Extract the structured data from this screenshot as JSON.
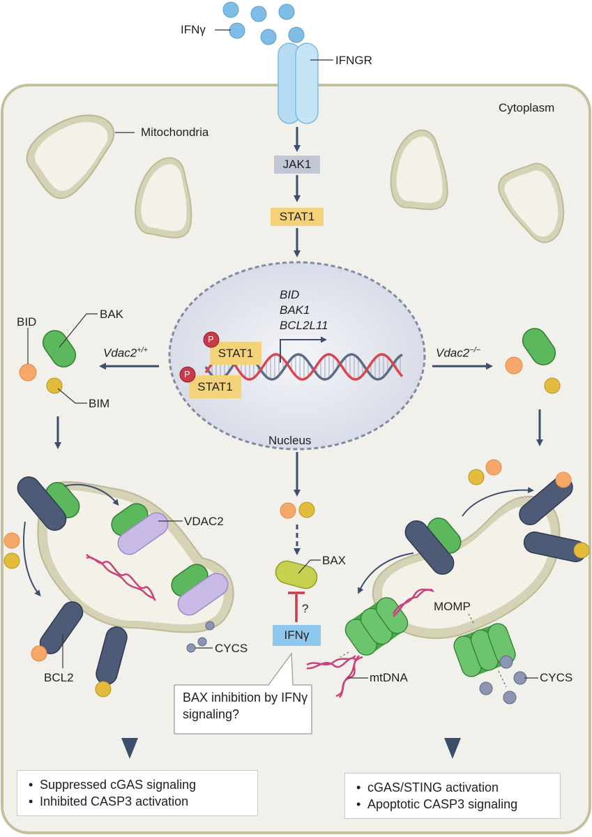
{
  "labels": {
    "ifng_ligand": "IFNγ",
    "ifngr": "IFNGR",
    "cytoplasm": "Cytoplasm",
    "mitochondria": "Mitochondria",
    "jak1": "JAK1",
    "stat1_top": "STAT1",
    "nucleus": "Nucleus",
    "stat1_a": "STAT1",
    "stat1_b": "STAT1",
    "phospho": "P",
    "genes": [
      "BID",
      "BAK1",
      "BCL2L11"
    ],
    "vdac2_wt": "Vdac2",
    "vdac2_wt_sup": "+/+",
    "vdac2_ko": "Vdac2",
    "vdac2_ko_sup": "−/−",
    "bid": "BID",
    "bak": "BAK",
    "bim": "BIM",
    "vdac2": "VDAC2",
    "bcl2": "BCL2",
    "cycs_left": "CYCS",
    "cycs_right": "CYCS",
    "bax": "BAX",
    "question": "?",
    "ifng_box": "IFNγ",
    "callout": "BAX inhibition by IFNγ signaling?",
    "momp": "MOMP",
    "mtdna": "mtDNA"
  },
  "outcomes": {
    "left": [
      "Suppressed cGAS signaling",
      "Inhibited CASP3 activation"
    ],
    "right": [
      "cGAS/STING activation",
      "Apoptotic CASP3 signaling"
    ]
  },
  "colors": {
    "cell_fill": "#f1f0ea",
    "cell_border": "#c4bf9c",
    "arrow": "#3c4e6b",
    "jak1": "#c2c7d6",
    "stat1": "#f4d27a",
    "ifng": "#8ec8ec",
    "bak_green": "#5cb85c",
    "vdac2_purple": "#c9b9e6",
    "bcl2_navy": "#4e5b77",
    "bid_orange": "#f6a86a",
    "bim_yellow": "#e3bb3d",
    "bax": "#c6d14f",
    "inhibit_red": "#c8394a",
    "dna_red": "#d9444f",
    "dna_blue": "#5b6b86",
    "mtdna_pink": "#c9427a"
  }
}
